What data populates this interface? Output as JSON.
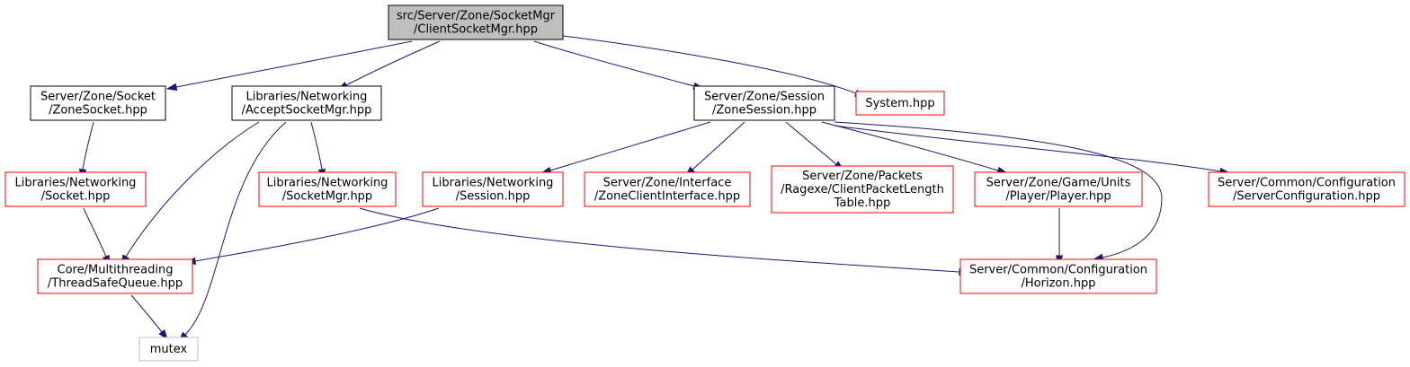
{
  "colors": {
    "edge": "#191970",
    "root_fill": "#bfbfbf",
    "root_border": "#000000",
    "documented_border": "#000000",
    "undocumented_border": "#ff0000",
    "system_border": "#bfbfbf",
    "node_fill": "#ffffff"
  },
  "nodes": [
    {
      "id": "root",
      "kind": "root",
      "lines": [
        "src/Server/Zone/SocketMgr",
        "/ClientSocketMgr.hpp"
      ]
    },
    {
      "id": "zonesocket",
      "kind": "documented",
      "lines": [
        "Server/Zone/Socket",
        "/ZoneSocket.hpp"
      ]
    },
    {
      "id": "acceptsocketmgr",
      "kind": "documented",
      "lines": [
        "Libraries/Networking",
        "/AcceptSocketMgr.hpp"
      ]
    },
    {
      "id": "zonesession",
      "kind": "documented",
      "lines": [
        "Server/Zone/Session",
        "/ZoneSession.hpp"
      ]
    },
    {
      "id": "system",
      "kind": "undocumented",
      "lines": [
        "System.hpp"
      ]
    },
    {
      "id": "socket",
      "kind": "undocumented",
      "lines": [
        "Libraries/Networking",
        "/Socket.hpp"
      ]
    },
    {
      "id": "socketmgr",
      "kind": "undocumented",
      "lines": [
        "Libraries/Networking",
        "/SocketMgr.hpp"
      ]
    },
    {
      "id": "session",
      "kind": "undocumented",
      "lines": [
        "Libraries/Networking",
        "/Session.hpp"
      ]
    },
    {
      "id": "zoneclientinterface",
      "kind": "undocumented",
      "lines": [
        "Server/Zone/Interface",
        "/ZoneClientInterface.hpp"
      ]
    },
    {
      "id": "clientpacketlength",
      "kind": "undocumented",
      "lines": [
        "Server/Zone/Packets",
        "/Ragexe/ClientPacketLength",
        "Table.hpp"
      ]
    },
    {
      "id": "player",
      "kind": "undocumented",
      "lines": [
        "Server/Zone/Game/Units",
        "/Player/Player.hpp"
      ]
    },
    {
      "id": "serverconfiguration",
      "kind": "undocumented",
      "lines": [
        "Server/Common/Configuration",
        "/ServerConfiguration.hpp"
      ]
    },
    {
      "id": "threadsafequeue",
      "kind": "undocumented",
      "lines": [
        "Core/Multithreading",
        "/ThreadSafeQueue.hpp"
      ]
    },
    {
      "id": "horizon",
      "kind": "undocumented",
      "lines": [
        "Server/Common/Configuration",
        "/Horizon.hpp"
      ]
    },
    {
      "id": "mutex",
      "kind": "system",
      "lines": [
        "mutex"
      ]
    }
  ],
  "edges": [
    {
      "from": "root",
      "to": "zonesocket"
    },
    {
      "from": "root",
      "to": "acceptsocketmgr"
    },
    {
      "from": "root",
      "to": "zonesession"
    },
    {
      "from": "root",
      "to": "system"
    },
    {
      "from": "zonesocket",
      "to": "socket"
    },
    {
      "from": "socket",
      "to": "threadsafequeue"
    },
    {
      "from": "acceptsocketmgr",
      "to": "threadsafequeue"
    },
    {
      "from": "acceptsocketmgr",
      "to": "socketmgr"
    },
    {
      "from": "acceptsocketmgr",
      "to": "mutex"
    },
    {
      "from": "socketmgr",
      "to": "horizon"
    },
    {
      "from": "session",
      "to": "threadsafequeue"
    },
    {
      "from": "threadsafequeue",
      "to": "mutex"
    },
    {
      "from": "zonesession",
      "to": "session"
    },
    {
      "from": "zonesession",
      "to": "zoneclientinterface"
    },
    {
      "from": "zonesession",
      "to": "clientpacketlength"
    },
    {
      "from": "zonesession",
      "to": "player"
    },
    {
      "from": "zonesession",
      "to": "serverconfiguration"
    },
    {
      "from": "zonesession",
      "to": "horizon"
    },
    {
      "from": "player",
      "to": "horizon"
    }
  ]
}
